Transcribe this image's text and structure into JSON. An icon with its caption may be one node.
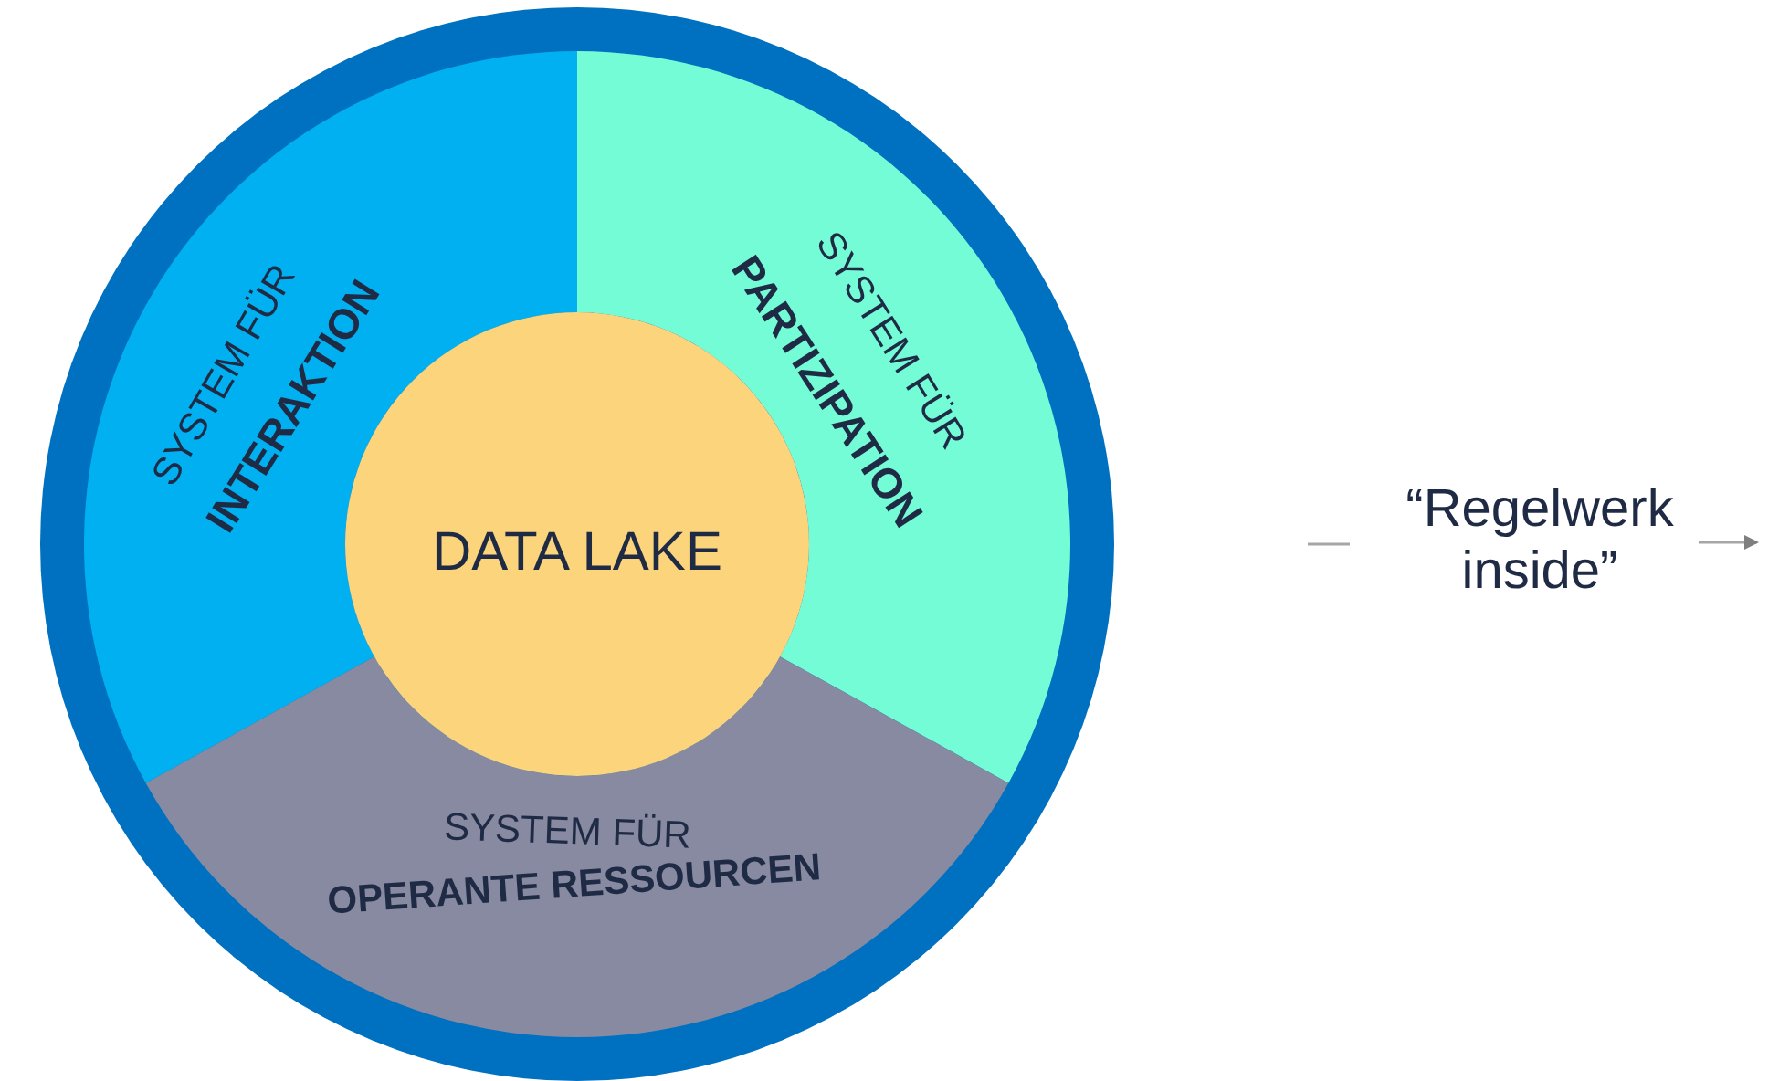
{
  "diagram": {
    "nodes": [
      {
        "text": [],
        "shape": "circle"
      },
      {
        "text": [
          "SYSTEM FÜR",
          "INTERAKTION"
        ],
        "in": 0
      },
      {
        "text": [
          "SYSTEM FÜR",
          "PARTIZIPATION"
        ],
        "in": 0
      },
      {
        "text": [
          "SYSTEM FÜR",
          "OPERANTE RESSOURCEN"
        ],
        "in": 0
      },
      {
        "text": [
          "DATA LAKE"
        ],
        "in": 0
      }
    ],
    "edges": [],
    "labels": [
      "“Regelwerk inside”"
    ]
  }
}
